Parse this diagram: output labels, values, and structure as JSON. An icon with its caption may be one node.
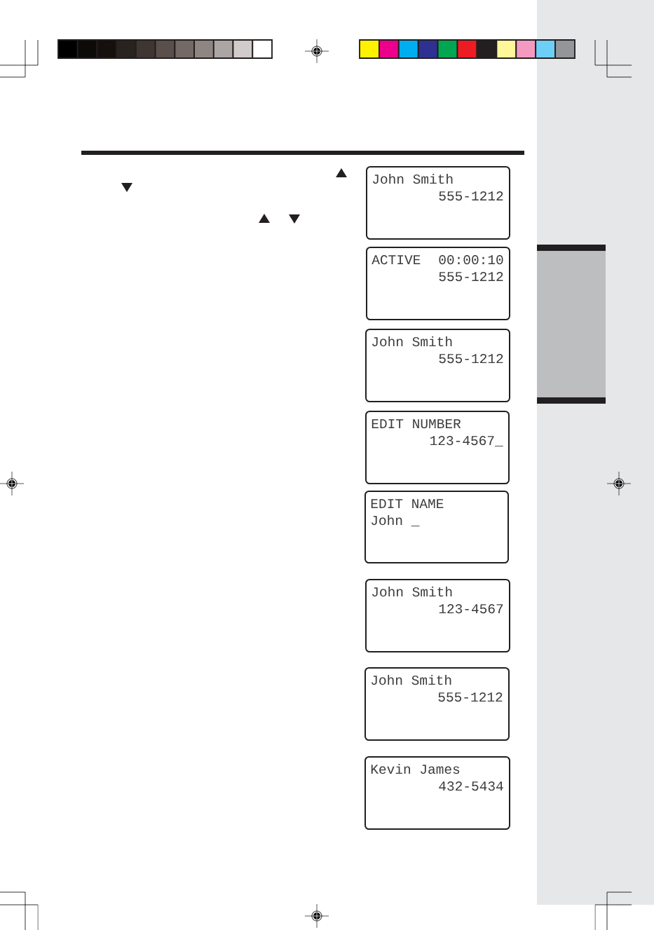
{
  "diagram": {
    "nodes": [
      {
        "text": [
          "John Smith",
          "555-1212"
        ]
      },
      {
        "text": [
          "ACTIVE",
          "00:00:10",
          "555-1212"
        ]
      },
      {
        "text": [
          "John Smith",
          "555-1212"
        ]
      },
      {
        "text": [
          "EDIT NUMBER",
          "123-4567_"
        ]
      },
      {
        "text": [
          "EDIT NAME",
          "John _"
        ]
      },
      {
        "text": [
          "John Smith",
          "123-4567"
        ]
      },
      {
        "text": [
          "John Smith",
          "555-1212"
        ]
      },
      {
        "text": [
          "Kevin James",
          "432-5434"
        ]
      }
    ]
  }
}
